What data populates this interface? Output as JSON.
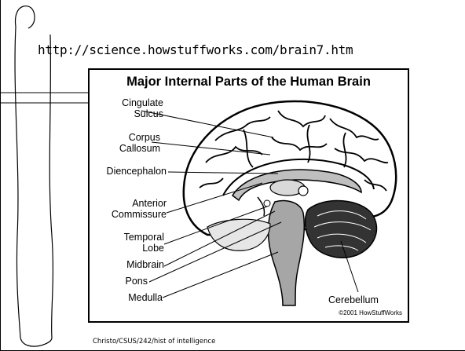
{
  "slide": {
    "url": "http://science.howstuffworks.com/brain7.htm",
    "footer": "Christo/CSUS/242/hist of intelligence"
  },
  "figure": {
    "title": "Major Internal Parts of the Human Brain",
    "copyright": "©2001 HowStuffWorks",
    "labels": {
      "cingulate_1": "Cingulate",
      "cingulate_2": "Sulcus",
      "corpus_1": "Corpus",
      "corpus_2": "Callosum",
      "diencephalon": "Diencephalon",
      "anterior_1": "Anterior",
      "anterior_2": "Commissure",
      "temporal_1": "Temporal",
      "temporal_2": "Lobe",
      "midbrain": "Midbrain",
      "pons": "Pons",
      "medulla": "Medulla",
      "cerebellum": "Cerebellum"
    }
  },
  "colors": {
    "ink": "#000000",
    "background": "#ffffff"
  }
}
